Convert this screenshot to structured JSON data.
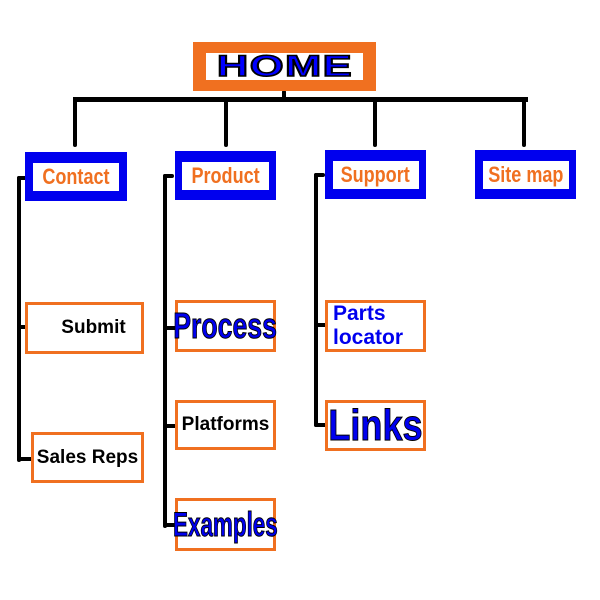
{
  "home": {
    "label": "HOME"
  },
  "categories": [
    {
      "label": "Contact",
      "children": [
        "Submit",
        "Sales Reps"
      ]
    },
    {
      "label": "Product",
      "children": [
        "Process",
        "Platforms",
        "Examples"
      ]
    },
    {
      "label": "Support",
      "children": [
        "Parts locator",
        "Links"
      ]
    },
    {
      "label": "Site map",
      "children": []
    }
  ],
  "items": {
    "submit": "Submit",
    "sales_reps": "Sales Reps",
    "process": "Process",
    "platforms": "Platforms",
    "examples": "Examples",
    "parts": "Parts",
    "locator": "locator",
    "links": "Links"
  },
  "colors": {
    "orange": "#f07020",
    "blue": "#0000ee",
    "line": "#000000"
  }
}
